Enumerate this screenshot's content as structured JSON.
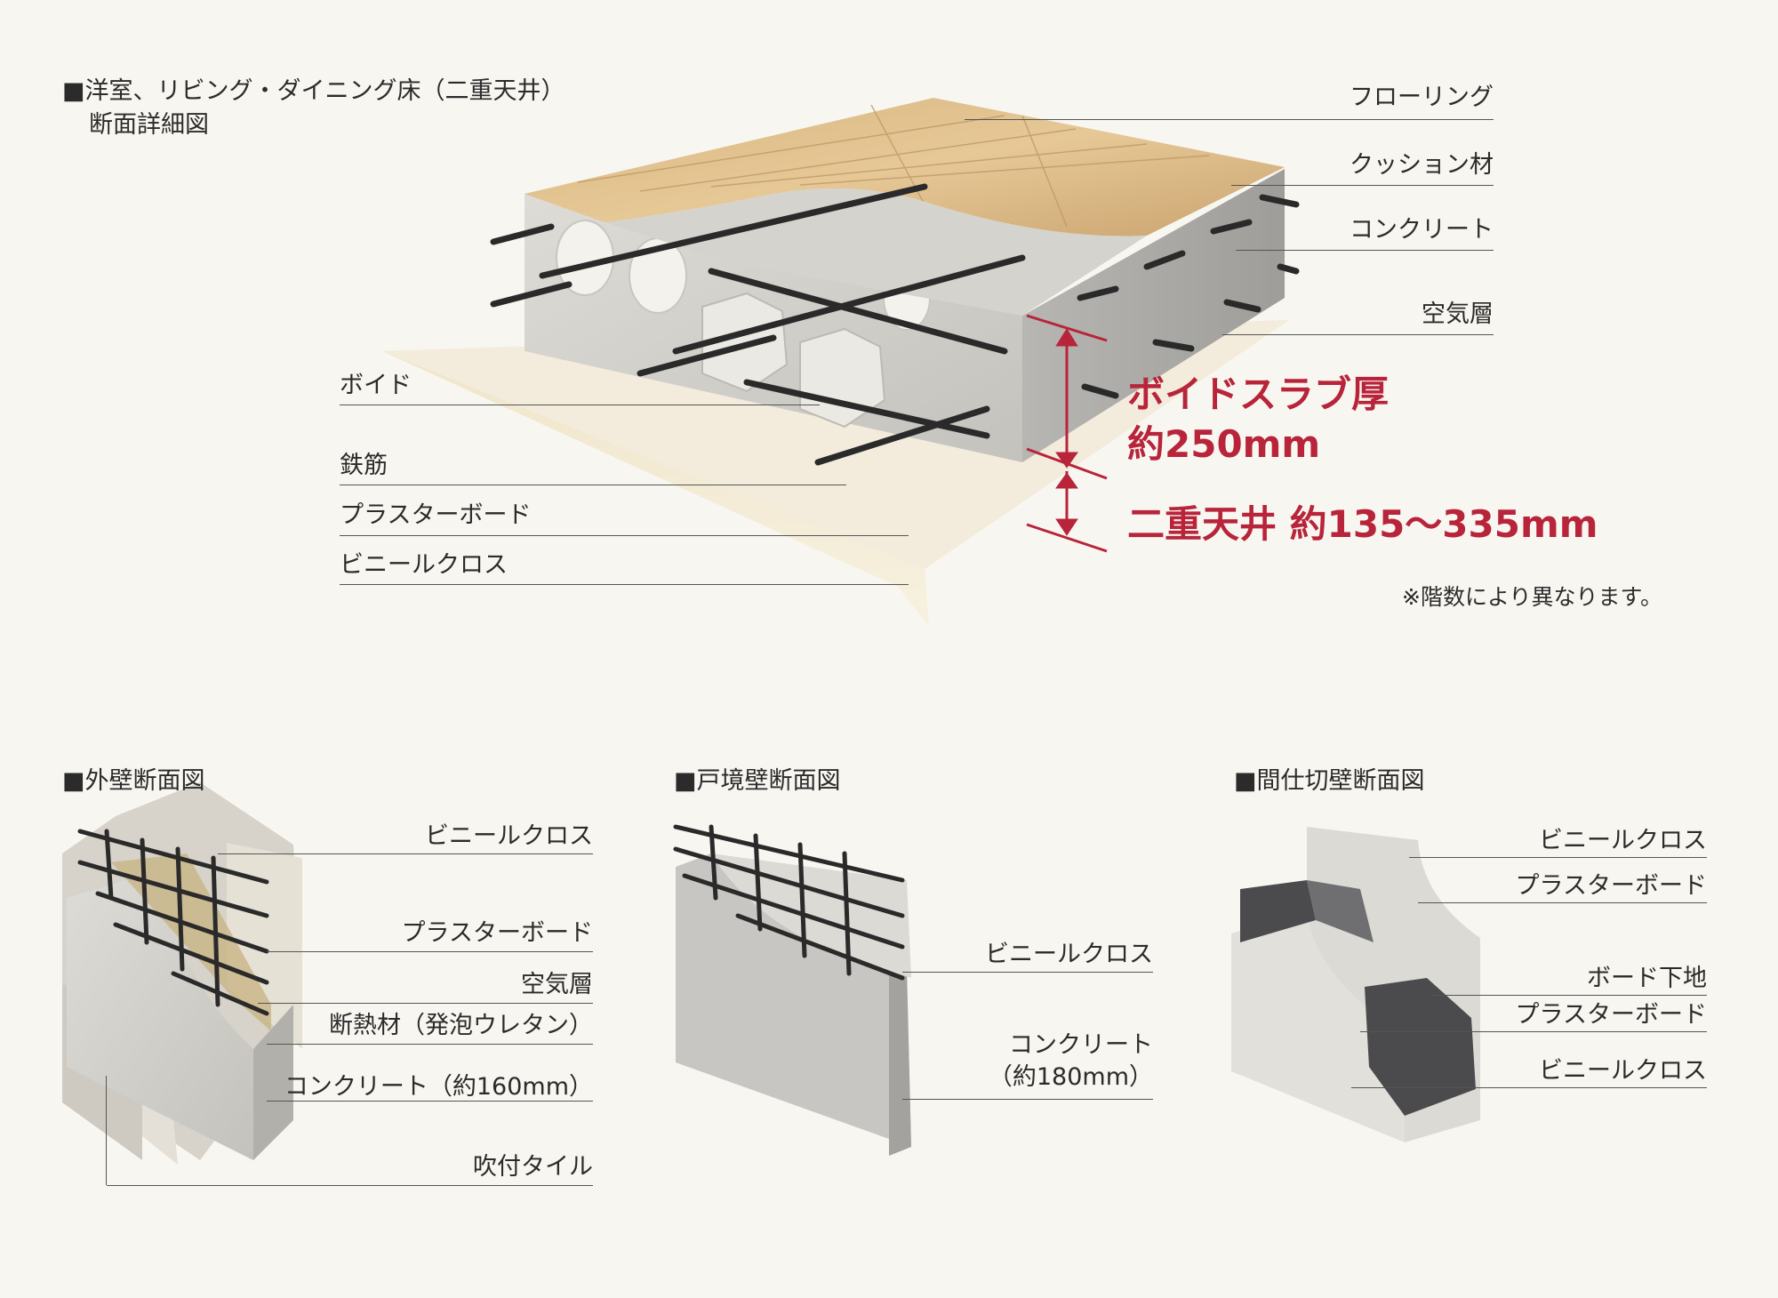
{
  "floor": {
    "title_line1": "■洋室、リビング・ダイニング床（二重天井）",
    "title_line2": "断面詳細図",
    "labels_right": [
      "フローリング",
      "クッション材",
      "コンクリート",
      "空気層"
    ],
    "labels_left": [
      "ボイド",
      "鉄筋",
      "プラスターボード",
      "ビニールクロス"
    ],
    "slab_line1": "ボイドスラブ厚",
    "slab_line2": "約250mm",
    "ceiling_text": "二重天井 約135〜335mm",
    "note": "※階数により異なります。"
  },
  "exterior_wall": {
    "title": "■外壁断面図",
    "labels": [
      "ビニールクロス",
      "プラスターボード",
      "空気層",
      "断熱材（発泡ウレタン）",
      "コンクリート（約160mm）",
      "吹付タイル"
    ]
  },
  "boundary_wall": {
    "title": "■戸境壁断面図",
    "labels": [
      "ビニールクロス",
      "コンクリート",
      "（約180mm）"
    ]
  },
  "partition_wall": {
    "title": "■間仕切壁断面図",
    "labels": [
      "ビニールクロス",
      "プラスターボード",
      "ボード下地",
      "プラスターボード",
      "ビニールクロス"
    ]
  },
  "colors": {
    "accent": "#b8243a",
    "background": "#f8f6f0"
  }
}
